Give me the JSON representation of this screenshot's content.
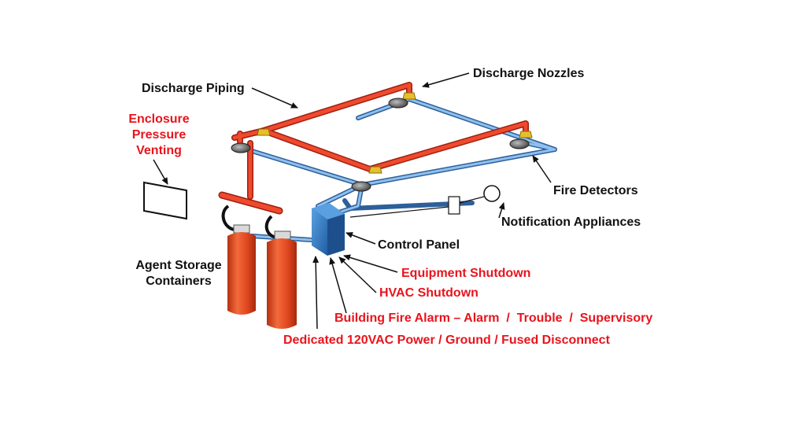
{
  "labels": {
    "discharge_piping": "Discharge Piping",
    "discharge_nozzles": "Discharge Nozzles",
    "enclosure_line1": "Enclosure",
    "enclosure_line2": "Pressure",
    "enclosure_line3": "Venting",
    "fire_detectors": "Fire Detectors",
    "notification_appliances": "Notification Appliances",
    "control_panel": "Control Panel",
    "agent_line1": "Agent Storage",
    "agent_line2": "Containers",
    "equipment_shutdown": "Equipment Shutdown",
    "hvac_shutdown": "HVAC Shutdown",
    "building_fire_alarm": "Building Fire Alarm – Alarm  /  Trouble  /  Supervisory",
    "dedicated_power": "Dedicated 120VAC Power / Ground / Fused Disconnect"
  },
  "colors": {
    "black_label": "#111111",
    "red_label": "#e8141c",
    "discharge_pipe": "#e8402a",
    "detector_pipe": "#4f8fd0",
    "cylinder": "#e0471f",
    "control_panel": "#2f78c4",
    "nozzle": "#e6c02a",
    "detector": "#555555"
  }
}
